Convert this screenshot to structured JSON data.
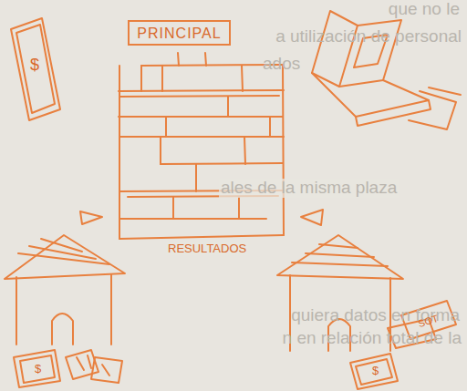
{
  "diagram": {
    "nodes": [
      {
        "text": [
          "PRINCIPAL"
        ]
      }
    ],
    "labels": [
      "que no le",
      "a utilización de personal",
      "ados",
      "ales de la misma plaza",
      "quiera datos en forma",
      "n en relación total de la",
      "RESULTADOS",
      "$",
      "$",
      "$",
      "SOT"
    ]
  }
}
